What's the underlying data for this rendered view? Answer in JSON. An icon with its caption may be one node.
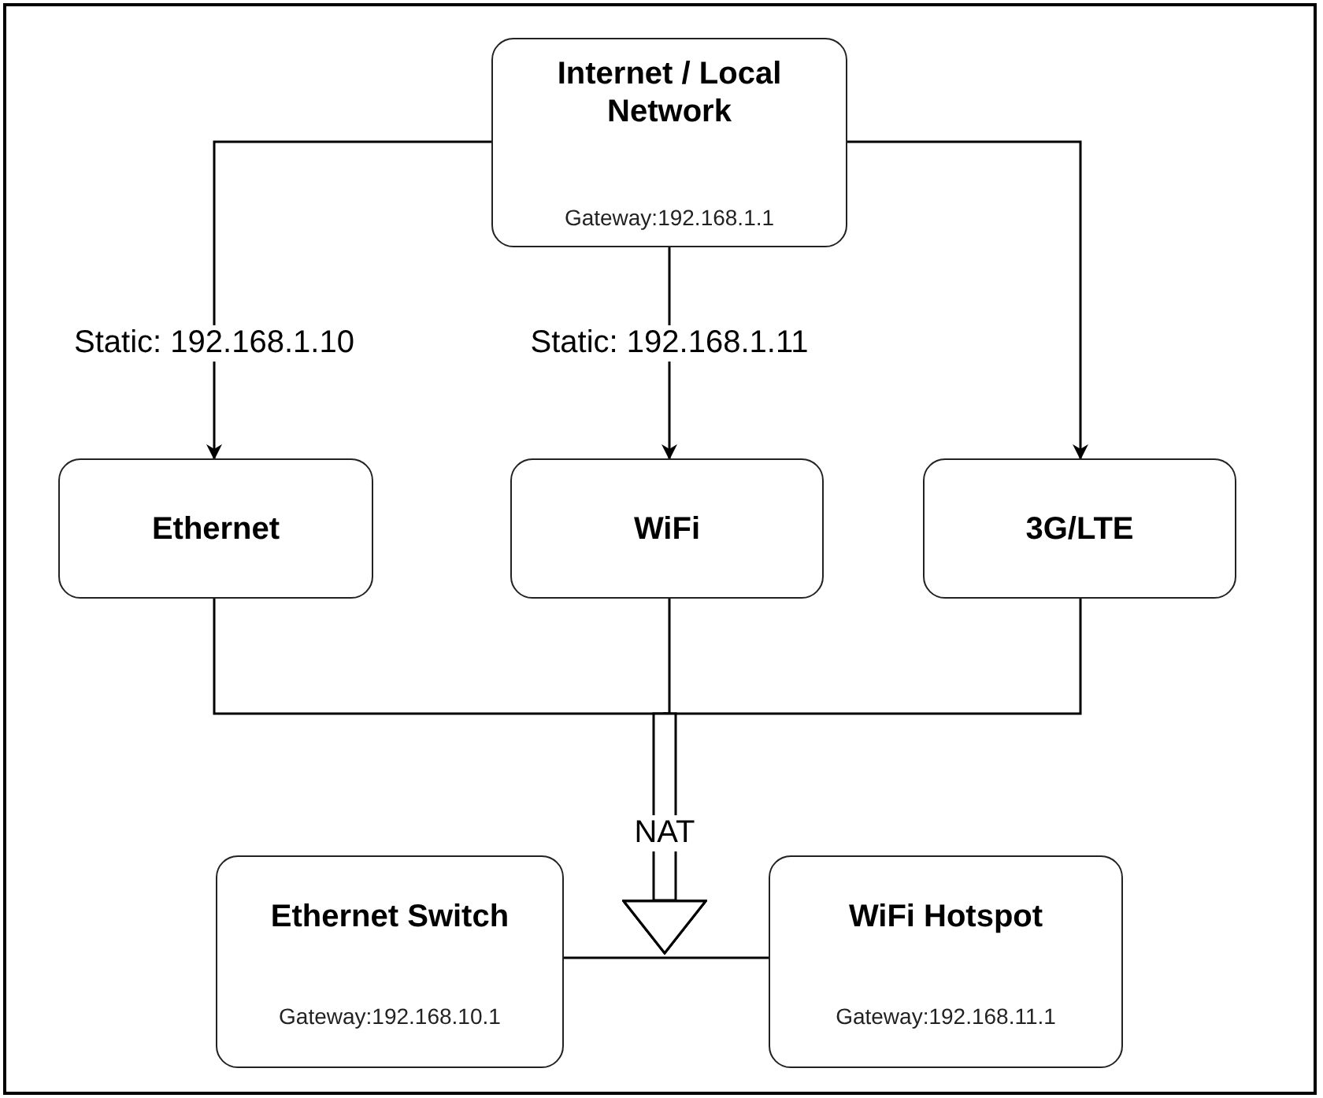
{
  "diagram": {
    "nodes": [
      {
        "text": [
          "Internet / Local Network",
          "Gateway:192.168.1.1"
        ]
      },
      {
        "text": [
          "Ethernet"
        ]
      },
      {
        "text": [
          "WiFi"
        ]
      },
      {
        "text": [
          "3G/LTE"
        ]
      },
      {
        "text": [
          "Ethernet Switch",
          "Gateway:192.168.10.1"
        ]
      },
      {
        "text": [
          "WiFi Hotspot",
          "Gateway:192.168.11.1"
        ]
      }
    ],
    "edges": [
      {
        "from": 0,
        "to": 1,
        "arrow": "to",
        "label": "Static: 192.168.1.10"
      },
      {
        "from": 0,
        "to": 2,
        "arrow": "to",
        "label": "Static: 192.168.1.11"
      },
      {
        "from": 0,
        "to": 3,
        "arrow": "to"
      },
      {
        "from": 1,
        "to": null,
        "arrow": "to"
      },
      {
        "from": 2,
        "to": null,
        "arrow": "to",
        "label": "NAT"
      },
      {
        "from": 3,
        "to": null,
        "arrow": "to"
      },
      {
        "from": 4,
        "to": 5,
        "arrow": "none"
      }
    ]
  }
}
